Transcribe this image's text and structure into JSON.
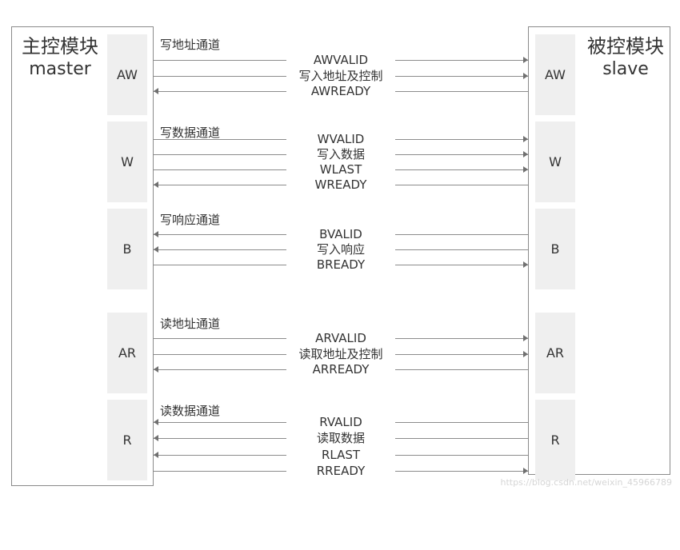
{
  "master": {
    "title": "主控模块",
    "subtitle": "master"
  },
  "slave": {
    "title": "被控模块",
    "subtitle": "slave"
  },
  "channels": [
    {
      "port": "AW",
      "label": "写地址通道",
      "signals": [
        {
          "name": "AWVALID",
          "dir": "right"
        },
        {
          "name": "写入地址及控制",
          "dir": "right"
        },
        {
          "name": "AWREADY",
          "dir": "left"
        }
      ]
    },
    {
      "port": "W",
      "label": "写数据通道",
      "signals": [
        {
          "name": "WVALID",
          "dir": "right"
        },
        {
          "name": "写入数据",
          "dir": "right"
        },
        {
          "name": "WLAST",
          "dir": "right"
        },
        {
          "name": "WREADY",
          "dir": "left"
        }
      ]
    },
    {
      "port": "B",
      "label": "写响应通道",
      "signals": [
        {
          "name": "BVALID",
          "dir": "left"
        },
        {
          "name": "写入响应",
          "dir": "left"
        },
        {
          "name": "BREADY",
          "dir": "right"
        }
      ]
    },
    {
      "port": "AR",
      "label": "读地址通道",
      "signals": [
        {
          "name": "ARVALID",
          "dir": "right"
        },
        {
          "name": "读取地址及控制",
          "dir": "right"
        },
        {
          "name": "ARREADY",
          "dir": "left"
        }
      ]
    },
    {
      "port": "R",
      "label": "读数据通道",
      "signals": [
        {
          "name": "RVALID",
          "dir": "left"
        },
        {
          "name": "读取数据",
          "dir": "left"
        },
        {
          "name": "RLAST",
          "dir": "left"
        },
        {
          "name": "RREADY",
          "dir": "right"
        }
      ]
    }
  ],
  "watermark": "https://blog.csdn.net/weixin_45966789"
}
